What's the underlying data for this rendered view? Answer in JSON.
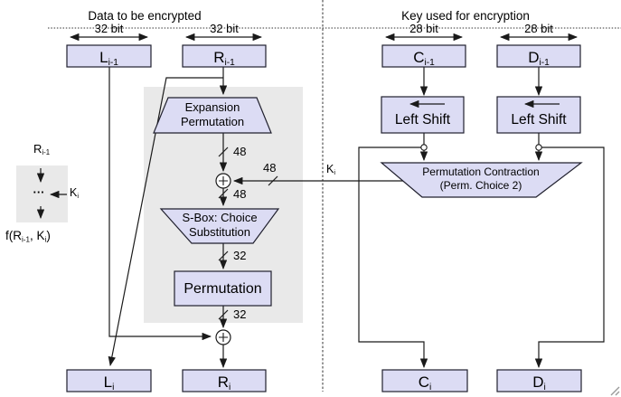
{
  "titles": {
    "left": "Data to be encrypted",
    "right": "Key used for encryption"
  },
  "bit_labels": {
    "l": "32 bit",
    "r": "32 bit",
    "c": "28 bit",
    "d": "28 bit"
  },
  "boxes": {
    "l_prev": {
      "main": "L",
      "sub": "i-1"
    },
    "r_prev": {
      "main": "R",
      "sub": "i-1"
    },
    "c_prev": {
      "main": "C",
      "sub": "i-1"
    },
    "d_prev": {
      "main": "D",
      "sub": "i-1"
    },
    "l_i": {
      "main": "L",
      "sub": "i"
    },
    "r_i": {
      "main": "R",
      "sub": "i"
    },
    "c_i": {
      "main": "C",
      "sub": "i"
    },
    "d_i": {
      "main": "D",
      "sub": "i"
    },
    "left_shift_1": "Left Shift",
    "left_shift_2": "Left Shift",
    "permutation": "Permutation"
  },
  "trapezoids": {
    "expansion": {
      "line1": "Expansion",
      "line2": "Permutation"
    },
    "sbox": {
      "line1": "S-Box: Choice",
      "line2": "Substitution"
    },
    "perm_contraction": {
      "line1": "Permutation Contraction",
      "line2": "(Perm. Choice 2)"
    }
  },
  "width_labels": {
    "w48_top": "48",
    "w48_key": "48",
    "w48_bottom": "48",
    "w32_top": "32",
    "w32_bottom": "32"
  },
  "key_label": {
    "main": "K",
    "sub": "i"
  },
  "legend": {
    "r_prev": {
      "main": "R",
      "sub": "i-1"
    },
    "dots": "···",
    "k": {
      "main": "K",
      "sub": "i"
    },
    "f": {
      "p1": "f(R",
      "s1": "i-1",
      "p2": ", K",
      "s2": "i",
      "p3": ")"
    }
  },
  "colors": {
    "box_fill": "#dcdcf4",
    "box_border": "#20202e",
    "line": "#1a1a1a",
    "gray_bg": "#e9e9e9"
  }
}
